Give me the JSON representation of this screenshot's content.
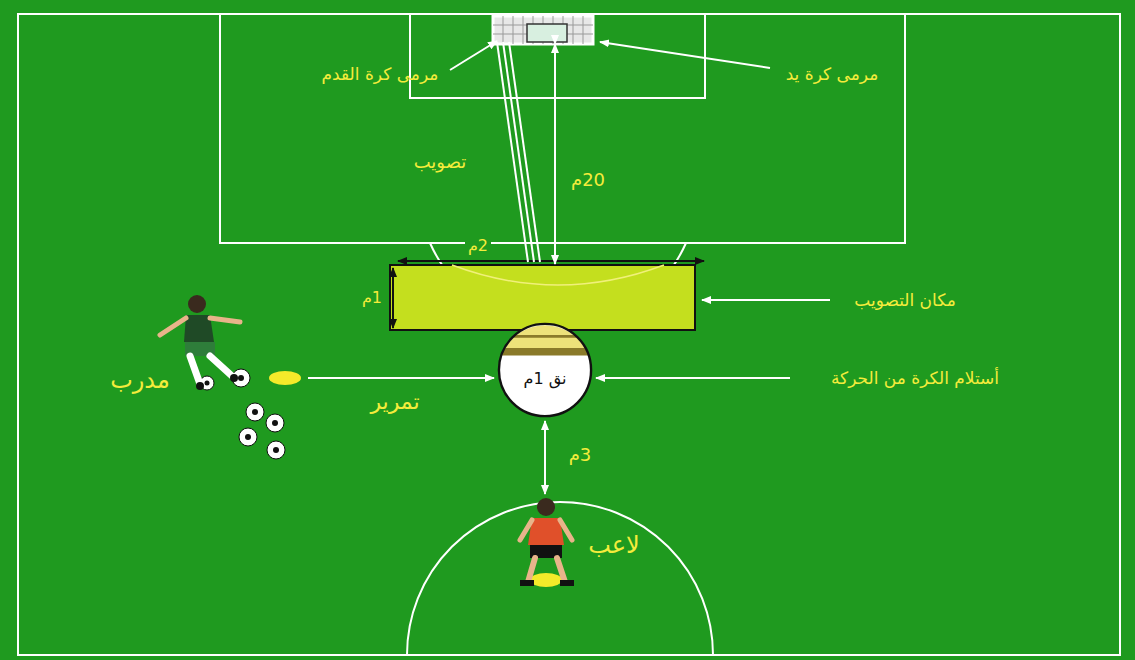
{
  "diagram": {
    "nodes": [
      {
        "text": [
          "نق 1م"
        ]
      }
    ],
    "labels": [
      "مرمى كرة القدم",
      "مرمى كرة يد",
      "تصويب",
      "20م",
      "2م",
      "1م",
      "مكان التصويب",
      "أستلام الكرة من الحركة",
      "مدرب",
      "تمرير",
      "3م",
      "لاعب"
    ]
  }
}
